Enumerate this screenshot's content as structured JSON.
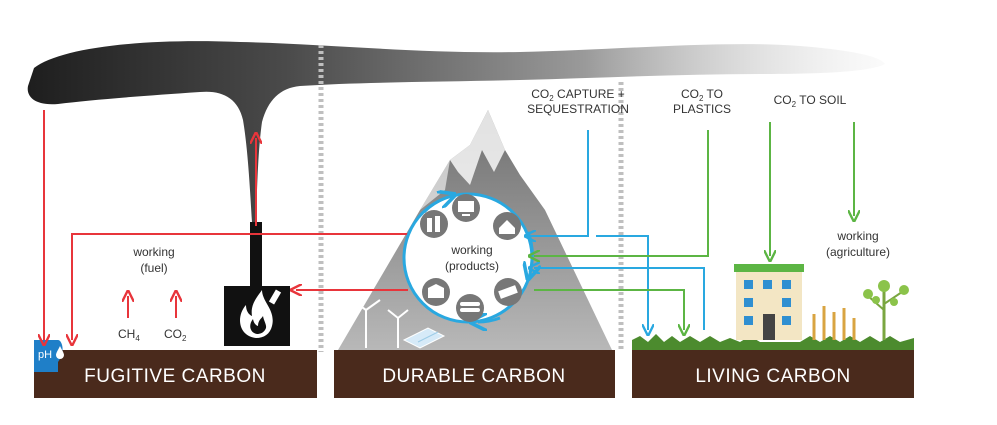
{
  "zones": {
    "fugitive": "FUGITIVE CARBON",
    "durable": "DURABLE CARBON",
    "living": "LIVING CARBON"
  },
  "labels": {
    "working_fuel_1": "working",
    "working_fuel_2": "(fuel)",
    "working_products_1": "working",
    "working_products_2": "(products)",
    "working_agri_1": "working",
    "working_agri_2": "(agriculture)",
    "ch4": "CH",
    "ch4_sub": "4",
    "co2": "CO",
    "co2_sub": "2",
    "ph": "pH"
  },
  "pathways": {
    "capture_line1_pre": "CO",
    "capture_line1_sub": "2",
    "capture_line1_post": " CAPTURE +",
    "capture_line2": "SEQUESTRATION",
    "plastics_line1_pre": "CO",
    "plastics_line1_sub": "2",
    "plastics_line1_post": " TO",
    "plastics_line2": "PLASTICS",
    "soil_pre": "CO",
    "soil_sub": "2",
    "soil_post": " TO SOIL"
  },
  "colors": {
    "soil": "#4a2a1c",
    "red_flow": "#e8353b",
    "blue_flow": "#29a8e0",
    "green_flow": "#5cb544",
    "smoke": "#555555",
    "mountain": "#8c8c8c"
  },
  "icons": [
    "water-drop-icon",
    "bottles-icon",
    "computer-icon",
    "house-icon",
    "logs-icon",
    "box-icon",
    "lumber-icon",
    "flame-icon",
    "wind-turbine-icon",
    "solar-panel-icon",
    "building-icon",
    "wheat-icon",
    "tree-icon"
  ]
}
